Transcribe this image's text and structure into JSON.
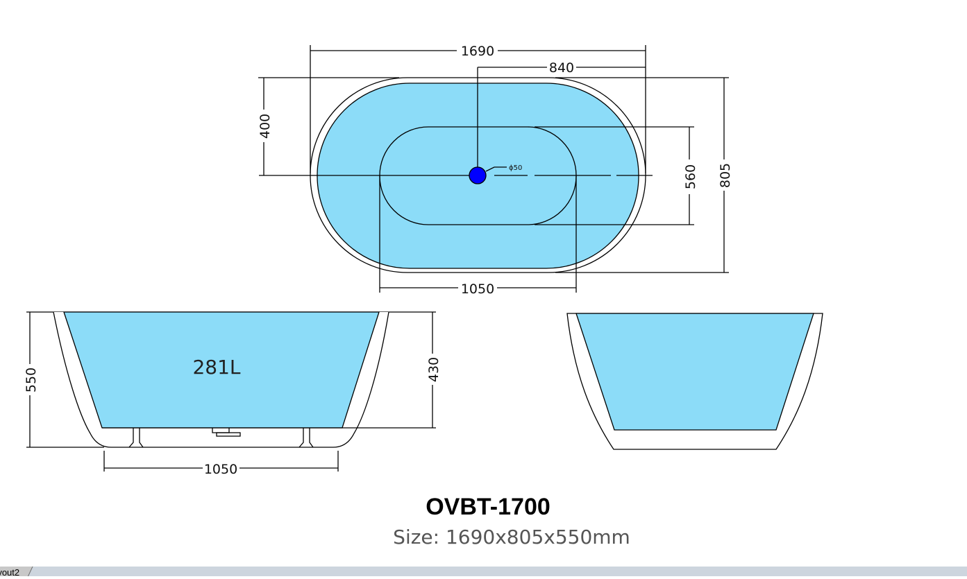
{
  "drawing": {
    "top_view": {
      "dim_length": "1690",
      "dim_half": "840",
      "dim_drain_offset": "400",
      "dim_inner_width": "560",
      "dim_width": "805",
      "dim_inner_length": "1050",
      "drain_label": "ϕ50"
    },
    "side_view": {
      "capacity": "281L",
      "dim_height": "550",
      "dim_water_depth": "430",
      "dim_base_length": "1050"
    },
    "model": "OVBT-1700",
    "size": "Size: 1690x805x550mm"
  },
  "colors": {
    "water": "#8cdcf8",
    "drain": "#0000ff",
    "tabbar": "#cdd5de"
  },
  "layout_tab": "yout2"
}
